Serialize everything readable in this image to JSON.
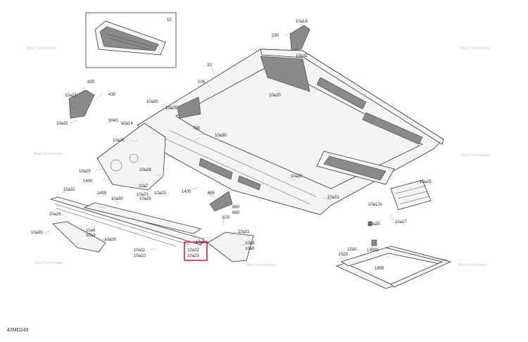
{
  "diagram": {
    "figure_code": "42MD243",
    "inset_label": "10",
    "highlight_color": "#e0202a",
    "watermark_text": "Blow Technologies",
    "callouts": [
      "10a19",
      "230",
      "10a32",
      "20",
      "10b",
      "10a20",
      "425",
      "430",
      "10a21",
      "10a32",
      "10a30",
      "10a25",
      "3040",
      "10a14",
      "790",
      "10a30",
      "10a26",
      "10a25",
      "10a28",
      "1400",
      "10a25",
      "10a7",
      "10a23",
      "1400",
      "10a32",
      "1405",
      "10a30",
      "10a25",
      "865",
      "860",
      "880",
      "10a30",
      "10a26",
      "10a30",
      "10a6",
      "10a3",
      "10a26",
      "870",
      "10a31",
      "10a8",
      "10a9",
      "10a11",
      "10a10",
      "10a22",
      "10a23",
      "10a30",
      "10a31",
      "10a25",
      "10a17c",
      "10a17",
      "10a25",
      "1510",
      "1520",
      "1300b",
      "1300"
    ]
  }
}
